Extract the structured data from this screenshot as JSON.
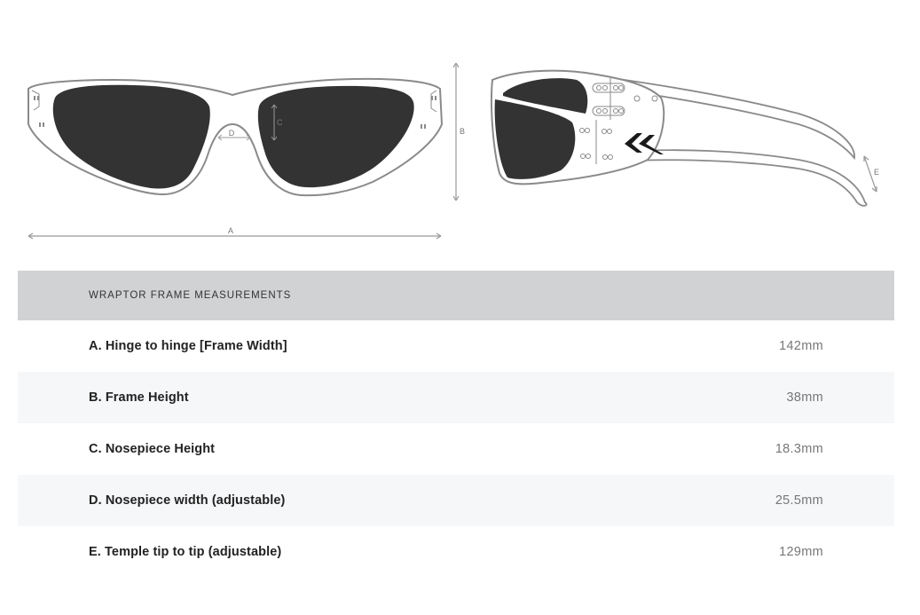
{
  "diagram": {
    "labels": {
      "a": "A",
      "b": "B",
      "c": "C",
      "d": "D",
      "e": "E"
    },
    "lens_color": "#333333",
    "frame_stroke": "#8a8a8a"
  },
  "table": {
    "title": "WRAPTOR FRAME MEASUREMENTS",
    "rows": [
      {
        "label": "A. Hinge to hinge [Frame Width]",
        "value": "142mm"
      },
      {
        "label": "B. Frame Height",
        "value": "38mm"
      },
      {
        "label": "C. Nosepiece Height",
        "value": "18.3mm"
      },
      {
        "label": "D. Nosepiece width (adjustable)",
        "value": "25.5mm"
      },
      {
        "label": "E. Temple tip to tip (adjustable)",
        "value": "129mm"
      }
    ]
  },
  "colors": {
    "header_bg": "#d1d2d4",
    "alt_row_bg": "#f6f7f9",
    "label_text": "#222222",
    "value_text": "#777777"
  }
}
